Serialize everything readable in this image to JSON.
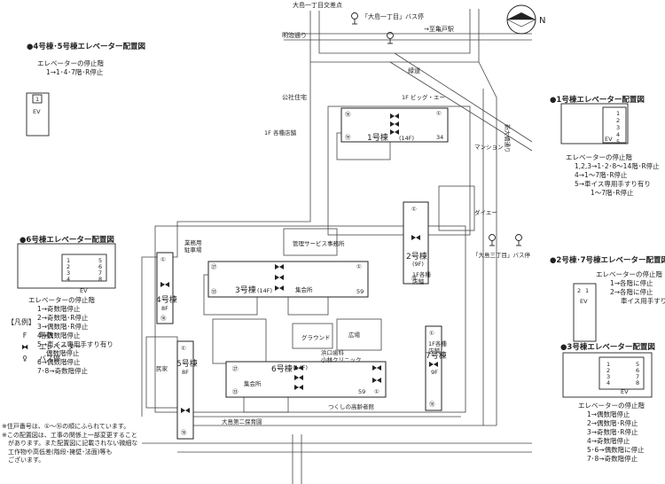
{
  "map": {
    "streets": {
      "top_intersection": "大島一丁目交差点",
      "top_bus_stop": "「大島一丁目」バス停",
      "meiji": "明治通り",
      "to_station": "→至亀戸駅",
      "green_path": "緑道",
      "public_housing": "公社住宅",
      "shin_ohashi": "新大橋通り",
      "mansion": "マンション",
      "daiei": "ダイエー",
      "bus_stop_3chome": "「大島三丁目」バス停",
      "nursery": "大島第二保育園",
      "private_house": "民家",
      "senior_center": "つくしの高齢者館",
      "ground": "グラウンド",
      "plaza": "広場",
      "meeting_hall": "集会所",
      "meeting_hall_6": "集会所",
      "mgmt_office": "管理サービス事務所",
      "business_parking": "業務用\n駐車場",
      "clinic": "浜口歯科\n小林クリニック",
      "big_a": "1F ビッグ・エー",
      "shops_1": "1F 各種店舗",
      "shops_2": "1F各種\n店舗",
      "shops_7": "1F各種\n店舗"
    },
    "buildings": {
      "b1": {
        "label": "1号棟",
        "floors": "(14F)",
        "n_first": "①",
        "n_16": "⑯",
        "n_19": "⑲",
        "n_34": "34"
      },
      "b2": {
        "label": "2号棟",
        "floors": "(9F)",
        "n_first": "①",
        "n_18": "⑱"
      },
      "b3": {
        "label": "3号棟",
        "floors": "(14F)",
        "n_first": "①",
        "n_27": "㉗",
        "n_33": "㉝",
        "n_59": "59"
      },
      "b4": {
        "label": "4号棟",
        "floors": "8F",
        "n_first": "①",
        "n_16": "⑯"
      },
      "b5": {
        "label": "5号棟",
        "floors": "8F",
        "n_first": "①",
        "n_16": "⑯"
      },
      "b6": {
        "label": "6号棟",
        "floors": "(14F)",
        "n_first": "①",
        "n_27": "㉗",
        "n_33": "㉝",
        "n_59": "59"
      },
      "b7": {
        "label": "7号棟",
        "floors": "9F",
        "n_first": "①",
        "n_18": "⑱"
      }
    },
    "compass": "N"
  },
  "panels": {
    "p45": {
      "title": "●4号棟･5号棟エレベーター配置図",
      "sub": "エレベーターの停止階",
      "lines": [
        "1→1･4･7階･R停止"
      ],
      "ev": "EV",
      "cell": "1"
    },
    "p1": {
      "title": "●1号棟エレベーター配置図",
      "sub": "エレベーターの停止階",
      "lines": [
        "1,2,3→1･2･8～14階･R停止",
        "4→1～7階･R停止",
        "5→車イス専用手すり有り",
        "1～7階･R停止"
      ],
      "ev": "EV",
      "cells": [
        "1",
        "2",
        "3",
        "4",
        "5"
      ]
    },
    "p6": {
      "title": "●6号棟エレベーター配置図",
      "sub": "エレベーターの停止階",
      "lines": [
        "1→奇数階停止",
        "2→奇数階･R停止",
        "3→偶数階･R停止",
        "4→偶数階停止",
        "5→車イス専用手すり有り",
        "偶数階停止",
        "6→偶数階停止",
        "7･8→奇数階停止"
      ],
      "ev": "EV",
      "cells": [
        "1",
        "2",
        "3",
        "4",
        "5",
        "6",
        "7",
        "8"
      ]
    },
    "p27": {
      "title": "●2号棟･7号棟エレベーター配置図",
      "sub": "エレベーターの停止階",
      "lines": [
        "1→各階に停止",
        "2→各階に停止",
        "車イス用手すり有り"
      ],
      "ev": "EV",
      "cells": [
        "2",
        "1"
      ]
    },
    "p3": {
      "title": "●3号棟エレベーター配置図",
      "sub": "エレベーターの停止階",
      "lines": [
        "1→偶数階停止",
        "2→偶数階･R停止",
        "3→奇数階･R停止",
        "4→奇数階停止",
        "5･6→偶数階に停止",
        "7･8→奇数階停止"
      ],
      "ev": "EV",
      "cells": [
        "1",
        "2",
        "3",
        "4",
        "5",
        "6",
        "7",
        "8"
      ]
    }
  },
  "legend": {
    "title": "【凡例】",
    "items": [
      {
        "symbol": "F",
        "label": "階数"
      },
      {
        "symbol": "⧓",
        "label": "エレベーター"
      },
      {
        "symbol": "♀",
        "label": "バス停"
      }
    ]
  },
  "notes": [
    "※住戸番号は、①～⑯の順にふられています。",
    "※この配置図は、工事の関係上一部変更すること",
    "　があります。また配置図に記載されない微細な",
    "　工作物や高低差(階段･擁壁･法面)等も",
    "　ございます。"
  ]
}
